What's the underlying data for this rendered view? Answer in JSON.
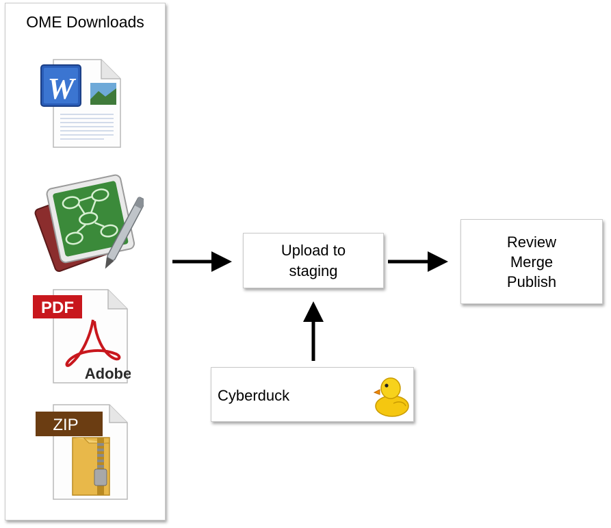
{
  "downloads_panel": {
    "title": "OME Downloads",
    "files": [
      {
        "type": "word-document",
        "icon": "word-document-icon"
      },
      {
        "type": "diagram-document",
        "icon": "omnigraffle-document-icon"
      },
      {
        "type": "pdf-document",
        "icon": "pdf-document-icon",
        "badge": "PDF",
        "brand": "Adobe"
      },
      {
        "type": "zip-archive",
        "icon": "zip-archive-icon",
        "badge": "ZIP"
      }
    ]
  },
  "upload_step": {
    "line1": "Upload to",
    "line2": "staging"
  },
  "review_step": {
    "line1": "Review",
    "line2": "Merge",
    "line3": "Publish"
  },
  "cyberduck": {
    "label": "Cyberduck",
    "icon": "duck-icon"
  },
  "colors": {
    "box_border": "#c9c9c9",
    "arrow": "#000000",
    "word_blue": "#2a5db8",
    "graffle_green": "#3b8a3a",
    "pdf_red": "#c8171d",
    "zip_brown": "#6b3d12",
    "zip_gold": "#e8b84a",
    "duck_yellow": "#f5c710"
  }
}
